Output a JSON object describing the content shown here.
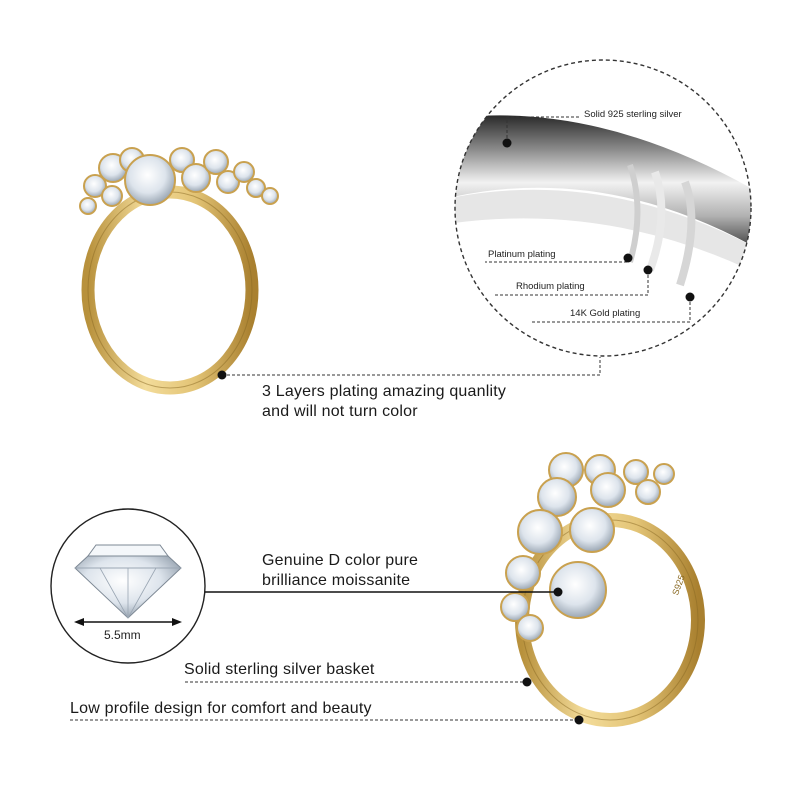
{
  "callouts": {
    "plating_summary_line1": "3 Layers plating amazing quanlity",
    "plating_summary_line2": "and will not turn color",
    "gem_line1": "Genuine D color pure",
    "gem_line2": "brilliance moissanite",
    "basket": "Solid sterling silver basket",
    "profile": "Low profile design for comfort and beauty"
  },
  "layers": {
    "silver": "Solid 925 sterling silver",
    "platinum": "Platinum plating",
    "rhodium": "Rhodium plating",
    "gold": "14K Gold plating"
  },
  "gem": {
    "size": "5.5mm"
  },
  "ring_stamp": "S925",
  "colors": {
    "gold": "#e3c476",
    "gold_dark": "#b8913c",
    "silver": "#c9c9c9",
    "stone": "#eef2f6"
  }
}
